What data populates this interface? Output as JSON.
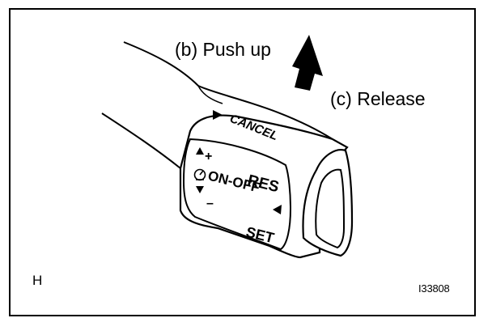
{
  "figure": {
    "push_label": "(b) Push up",
    "release_label": "(c) Release",
    "corner_letter": "H",
    "figure_id": "I33808"
  },
  "switch_panel": {
    "cancel": "CANCEL",
    "plus": "+",
    "minus": "–",
    "res": "RES",
    "on_off": "ON-OFF",
    "set": "SET"
  },
  "colors": {
    "line": "#000000",
    "background": "#ffffff"
  },
  "icons": [
    "push-up-arrow-icon",
    "triangle-right-icon",
    "triangle-up-icon",
    "triangle-down-icon",
    "triangle-left-icon",
    "cruise-control-icon"
  ]
}
